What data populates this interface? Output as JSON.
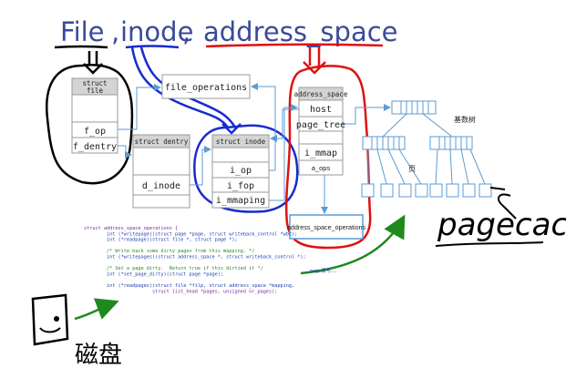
{
  "title": {
    "file": "File",
    "comma1": ",",
    "inode": "inode",
    "comma2": ",",
    "address_space": "address_space"
  },
  "file_struct": {
    "header": "struct\nfile",
    "f_op": "f_op",
    "f_dentry": "f_dentry"
  },
  "file_operations": {
    "label": "file_operations"
  },
  "dentry_struct": {
    "header": "struct dentry",
    "d_inode": "d_inode"
  },
  "inode_struct": {
    "header": "struct inode",
    "i_op": "i_op",
    "i_fop": "i_fop",
    "i_mmaping": "i_mmaping"
  },
  "address_space_struct": {
    "header": "address_space",
    "host": "host",
    "page_tree": "page_tree",
    "i_mmap": "i_mmap",
    "a_ops": "a_ops"
  },
  "address_space_operations": {
    "label": "address_space_operations"
  },
  "radix_tree": {
    "label": "基数树",
    "page_label": "页"
  },
  "code": {
    "lines": [
      "struct address_space_operations {",
      "        int (*writepage)(struct page *page, struct writeback_control *wbc);",
      "        int (*readpage)(struct file *, struct page *);",
      "",
      "        /* Write back some dirty pages from this mapping. */",
      "        int (*writepages)(struct address_space *, struct writeback_control *);",
      "",
      "        /* Set a page dirty.  Return true if this dirtied it */",
      "        int (*set_page_dirty)(struct page *page);",
      "",
      "        int (*readpages)(struct file *filp, struct address_space *mapping,",
      "                        struct list_head *pages, unsigned nr_pages);"
    ]
  },
  "annotations": {
    "page_rw": "page读写....",
    "pagecache": "pagecache",
    "disk": "磁盘"
  },
  "colors": {
    "box_stroke": "#9a9a9a",
    "header_fill": "#d4d4d4",
    "arrow_blue": "#5b9bd5",
    "ink_black": "#000000",
    "ink_blue": "#1a2bcc",
    "ink_red": "#e01010",
    "ink_green": "#1e8a1e",
    "title_blue": "#3a4a9a",
    "code_blue": "#1a3fb0",
    "code_green": "#2a8a2a",
    "code_purple": "#7a2a9a"
  }
}
